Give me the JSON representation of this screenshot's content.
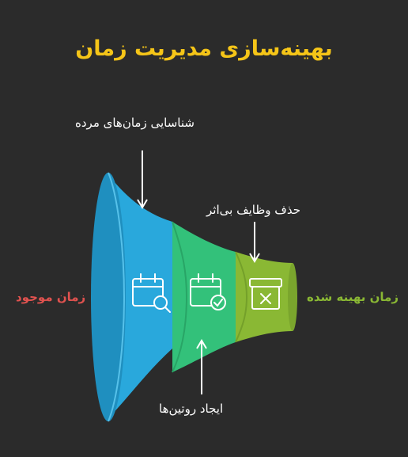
{
  "title": "بهینه‌سازی مدیریت زمان",
  "input_label": "زمان موجود",
  "output_label": "زمان بهینه شده",
  "stages": [
    {
      "label": "شناسایی زمان‌های مرده",
      "icon": "calendar-search-icon",
      "color": "#29a8dc"
    },
    {
      "label": "ایجاد روتین‌ها",
      "icon": "calendar-check-icon",
      "color": "#33c17a"
    },
    {
      "label": "حذف وظایف بی‌اثر",
      "icon": "archive-x-icon",
      "color": "#8ab834"
    }
  ],
  "colors": {
    "title": "#f5c518",
    "input": "#e0524f",
    "output": "#8ab834"
  }
}
